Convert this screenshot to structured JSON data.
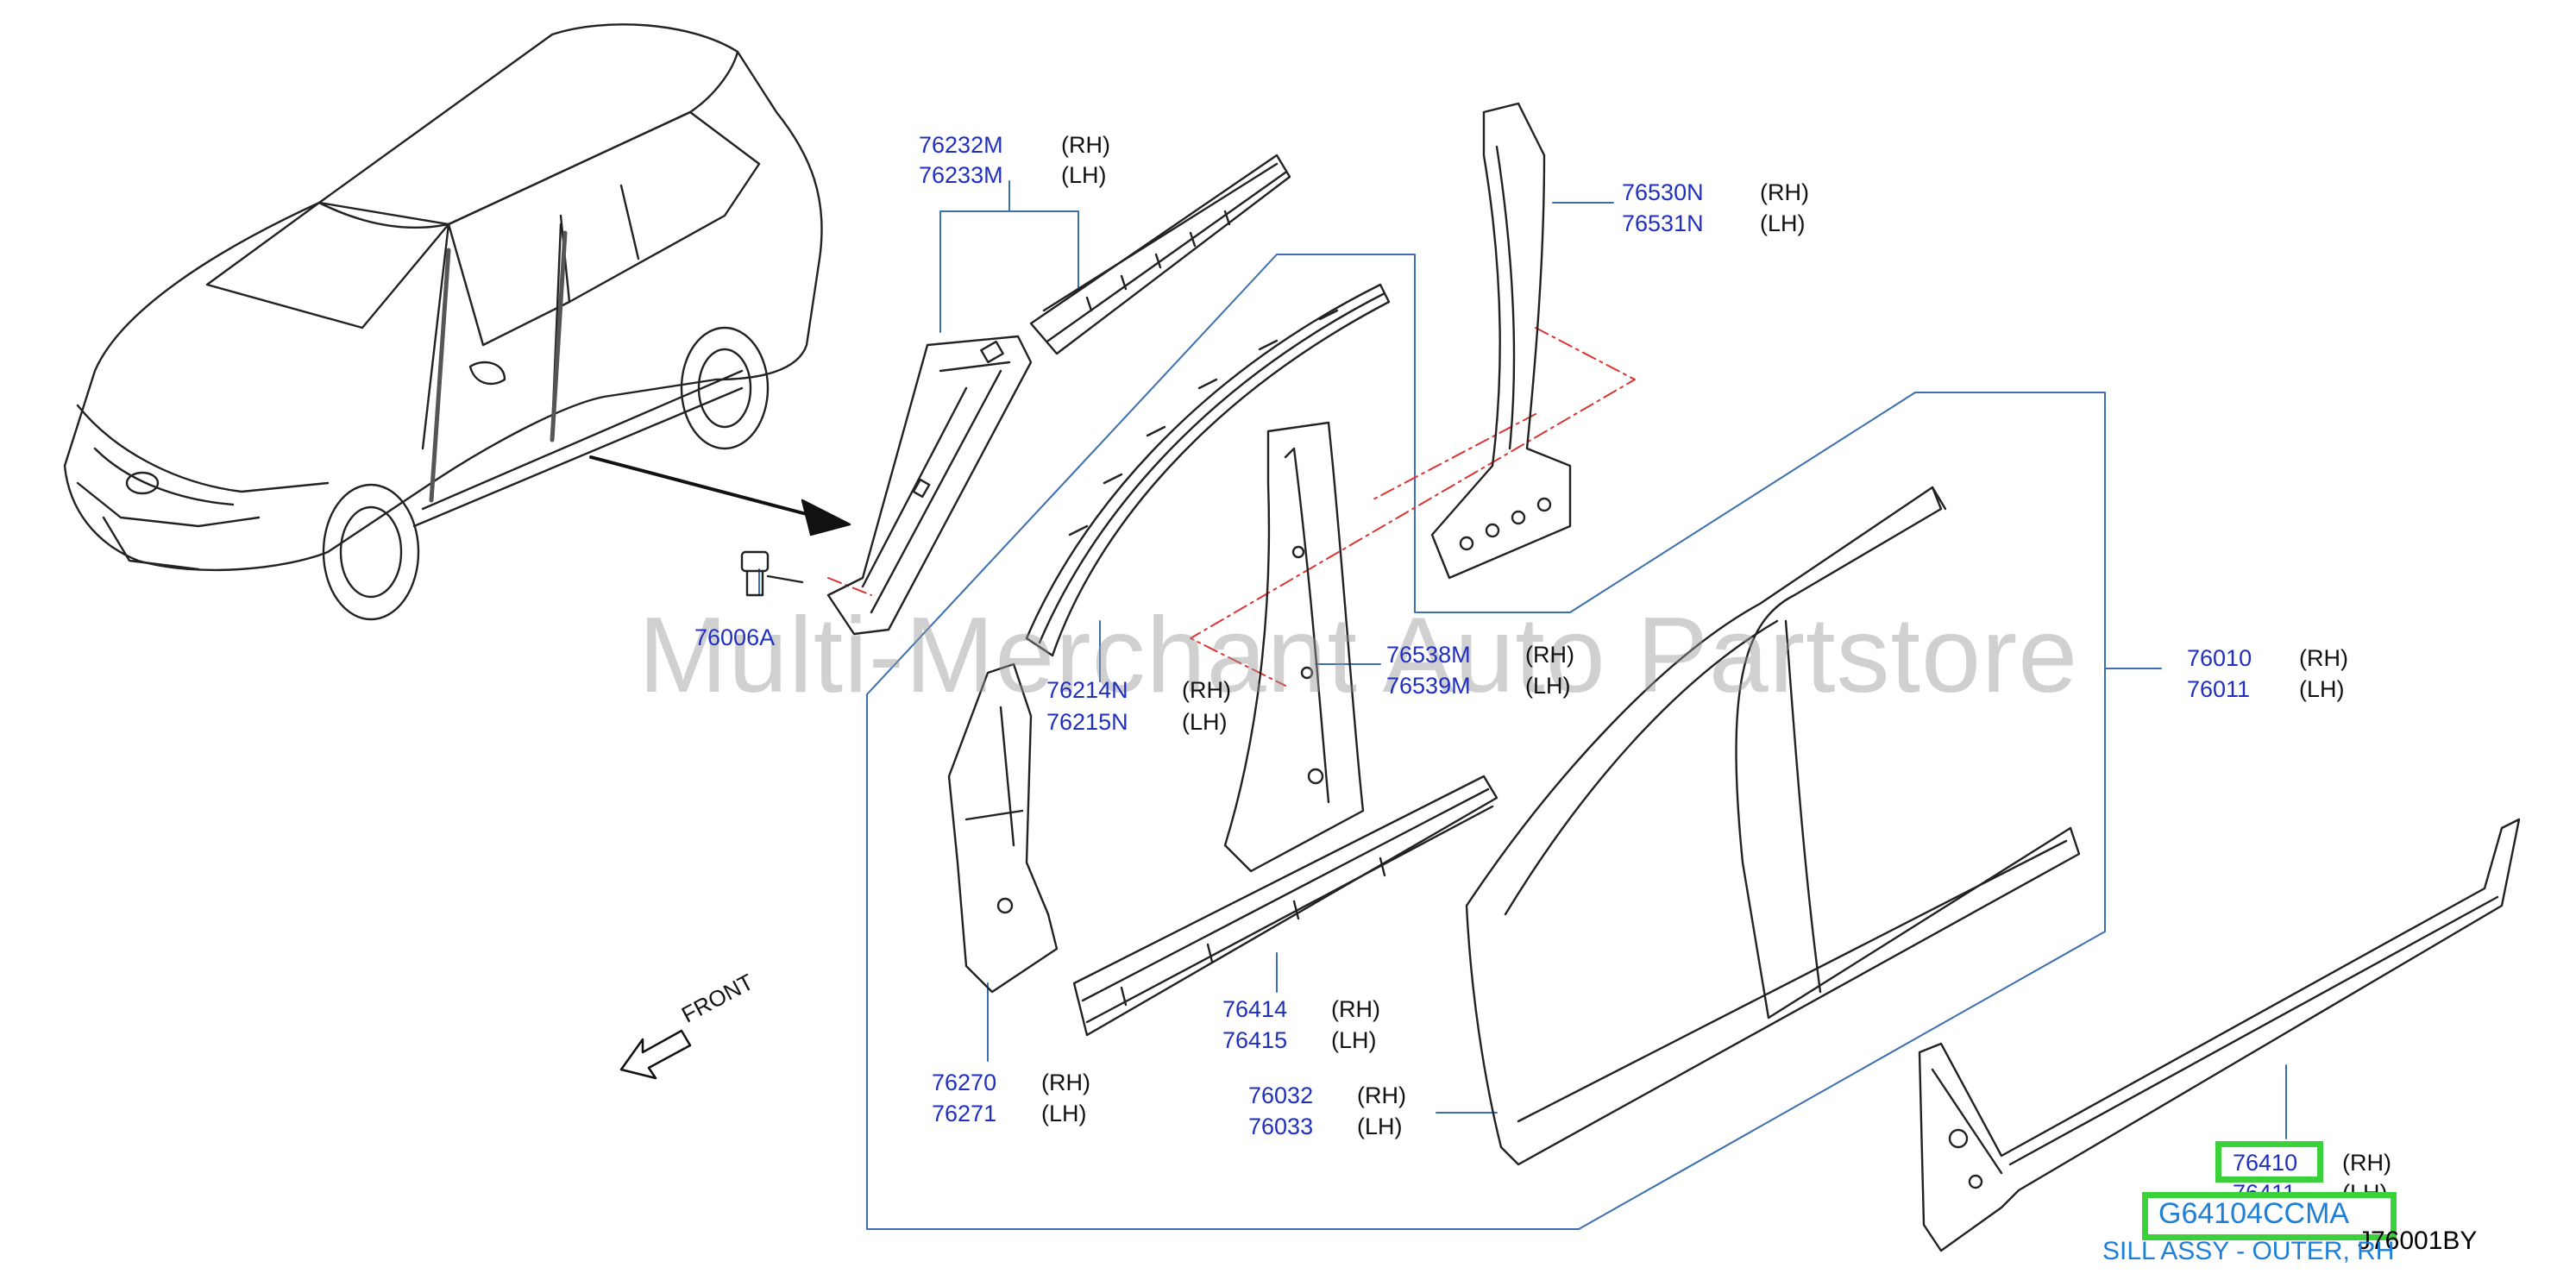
{
  "watermark": "Multi-Merchant Auto Partstore",
  "diagram_code": "J76001BY",
  "front_label": "FRONT",
  "callouts": [
    {
      "id": "c1",
      "part": "76232M",
      "side": "(RH)"
    },
    {
      "id": "c2",
      "part": "76233M",
      "side": "(LH)"
    },
    {
      "id": "c3",
      "part": "76530N",
      "side": "(RH)"
    },
    {
      "id": "c4",
      "part": "76531N",
      "side": "(LH)"
    },
    {
      "id": "c5",
      "part": "76006A",
      "side": ""
    },
    {
      "id": "c6",
      "part": "76214N",
      "side": "(RH)"
    },
    {
      "id": "c7",
      "part": "76215N",
      "side": "(LH)"
    },
    {
      "id": "c8",
      "part": "76538M",
      "side": "(RH)"
    },
    {
      "id": "c9",
      "part": "76539M",
      "side": "(LH)"
    },
    {
      "id": "c10",
      "part": "76010",
      "side": "(RH)"
    },
    {
      "id": "c11",
      "part": "76011",
      "side": "(LH)"
    },
    {
      "id": "c12",
      "part": "76414",
      "side": "(RH)"
    },
    {
      "id": "c13",
      "part": "76415",
      "side": "(LH)"
    },
    {
      "id": "c14",
      "part": "76270",
      "side": "(RH)"
    },
    {
      "id": "c15",
      "part": "76271",
      "side": "(LH)"
    },
    {
      "id": "c16",
      "part": "76032",
      "side": "(RH)"
    },
    {
      "id": "c17",
      "part": "76033",
      "side": "(LH)"
    },
    {
      "id": "c18",
      "part": "76410",
      "side": "(RH)"
    },
    {
      "id": "c19",
      "part": "76411",
      "side": "(LH)"
    }
  ],
  "highlight": {
    "part_number": "G64104CCMA",
    "description": "SILL ASSY - OUTER, RH",
    "color": "#3ad13a"
  }
}
